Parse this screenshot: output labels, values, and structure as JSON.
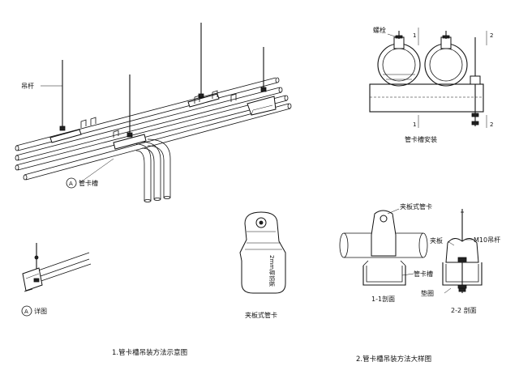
{
  "labels": {
    "rod": "吊杆",
    "tray": "管卡槽",
    "callout_letter": "A",
    "detail": "详图",
    "bolt": "螺栓",
    "tray_install": "管卡槽安装",
    "clamp_type_left": "夹板式管卡",
    "clamp_type_right": "夹板式管卡",
    "clamp_plate": "夹板",
    "m10_rod": "M10吊杆",
    "tray_right": "管卡槽",
    "washer": "垫圈",
    "section_1_1": "1-1剖面",
    "section_2_2": "2-2 剖面",
    "sec_mark_1": "1",
    "sec_mark_2": "2",
    "clamp_stamp": "2mm厚铜板"
  },
  "captions": {
    "fig1": "1.管卡槽吊装方法示意图",
    "fig2": "2.管卡槽吊装方法大样图"
  }
}
